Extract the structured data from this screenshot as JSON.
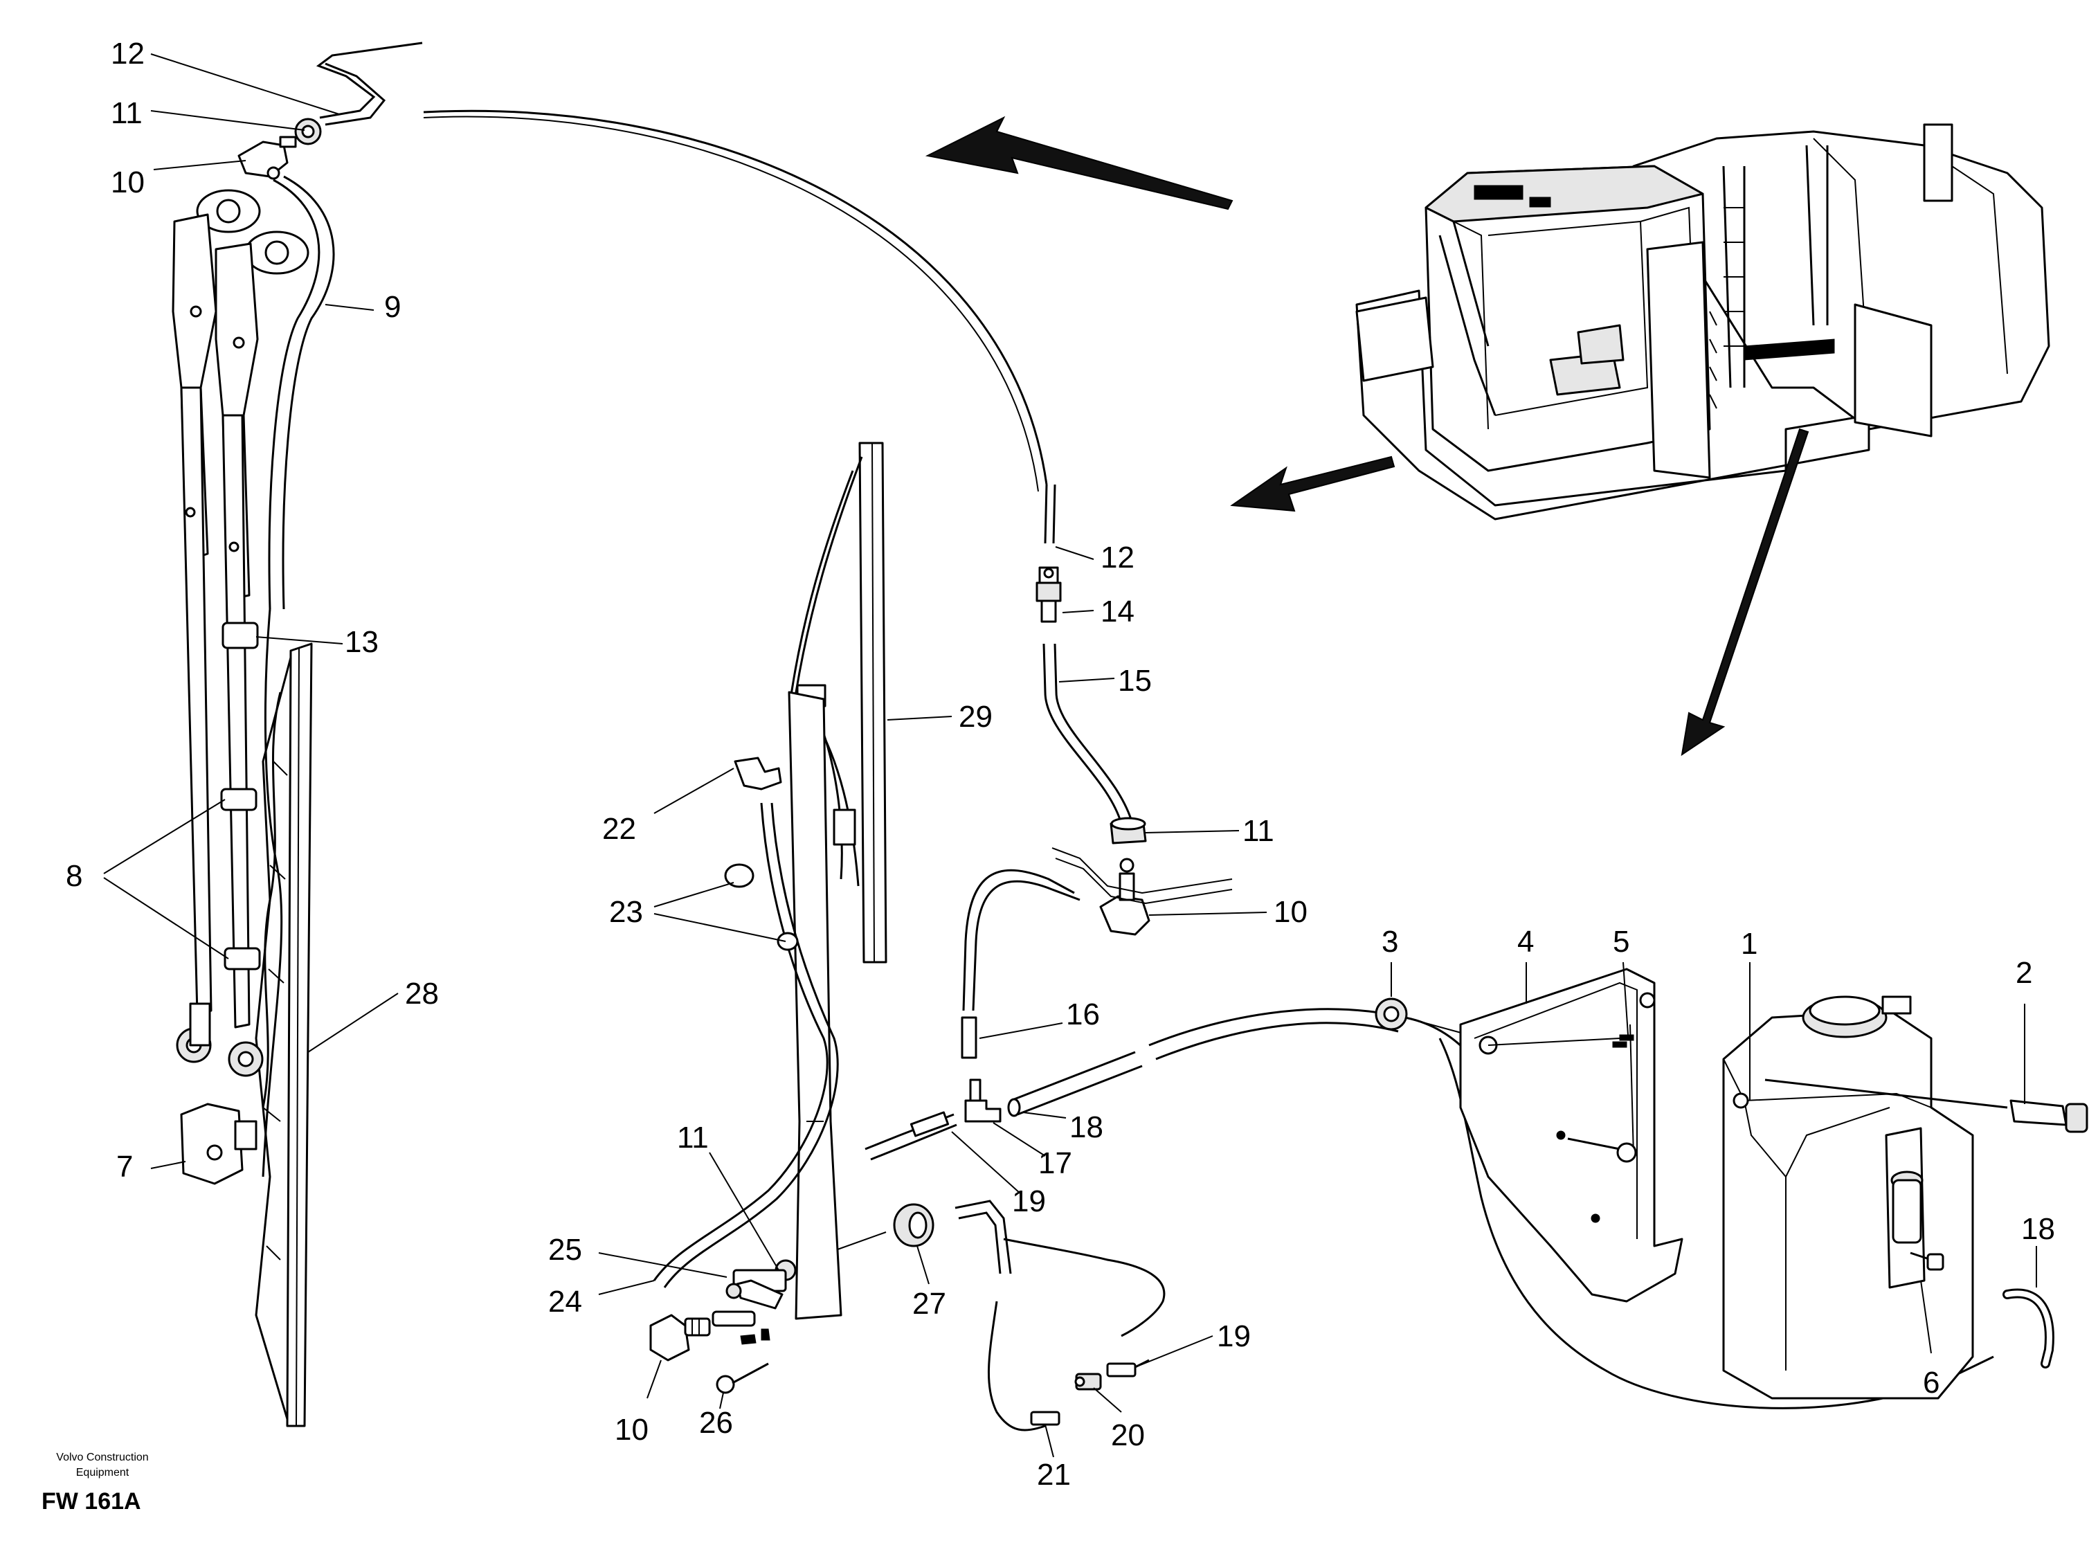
{
  "labels": {
    "l12a": "12",
    "l11a": "11",
    "l10a": "10",
    "l9": "9",
    "l13": "13",
    "l8": "8",
    "l28": "28",
    "l7": "7",
    "l29": "29",
    "l22": "22",
    "l23": "23",
    "l12b": "12",
    "l14": "14",
    "l15": "15",
    "l11b": "11",
    "l10b": "10",
    "l16": "16",
    "l18a": "18",
    "l17": "17",
    "l19a": "19",
    "l11c": "11",
    "l25": "25",
    "l24": "24",
    "l10c": "10",
    "l26": "26",
    "l27": "27",
    "l21": "21",
    "l20": "20",
    "l19b": "19",
    "l3": "3",
    "l4": "4",
    "l5": "5",
    "l1": "1",
    "l2": "2",
    "l18b": "18",
    "l6": "6"
  },
  "footer": {
    "company_line1": "Volvo Construction",
    "company_line2": "Equipment",
    "figure_code": "FW 161A"
  }
}
